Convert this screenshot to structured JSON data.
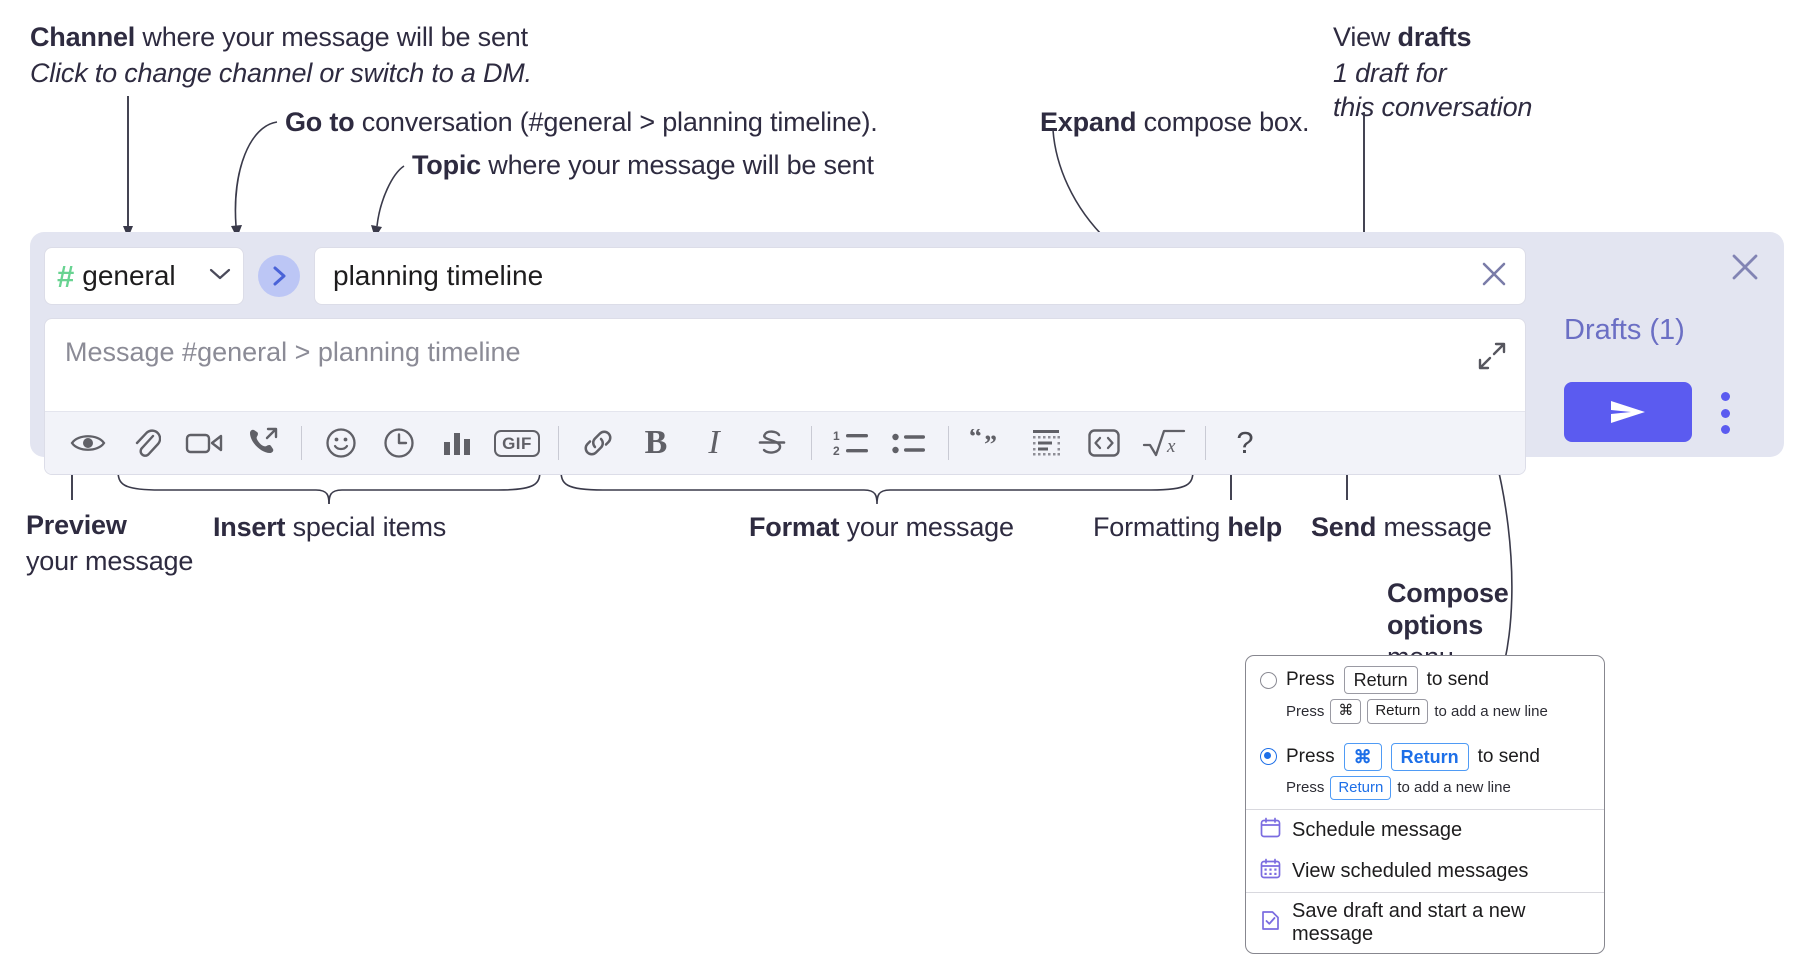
{
  "annotations": {
    "channel": {
      "strong": "Channel",
      "rest": " where your message will be sent",
      "sub": "Click to change channel or switch to a DM."
    },
    "goto": {
      "strong": "Go to",
      "rest": " conversation (#general > planning timeline)."
    },
    "topic": {
      "strong": "Topic",
      "rest": " where your message will be sent"
    },
    "expand": {
      "strong": "Expand",
      "rest": " compose box."
    },
    "drafts": {
      "pre": "View ",
      "strong": "drafts",
      "sub1": "1 draft for",
      "sub2": "this conversation"
    },
    "preview": {
      "strong": "Preview",
      "sub": "your message"
    },
    "insert": {
      "strong": "Insert",
      "rest": " special items"
    },
    "format": {
      "strong": "Format",
      "rest": " your message"
    },
    "help": {
      "pre": "Formatting ",
      "strong": "help"
    },
    "send": {
      "strong": "Send",
      "rest": " message"
    },
    "compose_options": {
      "strong1": "Compose",
      "strong2": "options",
      "rest": "menu"
    }
  },
  "composer": {
    "channel": {
      "hash": "#",
      "name": "general",
      "chevron": "chevron-down"
    },
    "goto_button": "goto-arrow",
    "topic": {
      "value": "planning timeline",
      "clear": "close-icon"
    },
    "message": {
      "placeholder": "Message #general > planning timeline",
      "expand": "expand-icon"
    },
    "toolbar": [
      {
        "name": "preview-icon",
        "label": "Preview"
      },
      {
        "name": "attachment-icon",
        "label": "Attach file"
      },
      {
        "name": "video-icon",
        "label": "Video clip"
      },
      {
        "name": "audio-call-icon",
        "label": "Audio clip"
      },
      {
        "name": "separator",
        "label": ""
      },
      {
        "name": "emoji-icon",
        "label": "Emoji"
      },
      {
        "name": "clock-icon",
        "label": "Reminder"
      },
      {
        "name": "poll-icon",
        "label": "Poll"
      },
      {
        "name": "gif-icon",
        "label": "GIF"
      },
      {
        "name": "separator",
        "label": ""
      },
      {
        "name": "link-icon",
        "label": "Link"
      },
      {
        "name": "bold-icon",
        "label": "B"
      },
      {
        "name": "italic-icon",
        "label": "I"
      },
      {
        "name": "strikethrough-icon",
        "label": "Strikethrough"
      },
      {
        "name": "separator",
        "label": ""
      },
      {
        "name": "ordered-list-icon",
        "label": "Ordered list"
      },
      {
        "name": "bulleted-list-icon",
        "label": "Bulleted list"
      },
      {
        "name": "separator",
        "label": ""
      },
      {
        "name": "blockquote-icon",
        "label": "Blockquote"
      },
      {
        "name": "code-block-icon",
        "label": "Code block"
      },
      {
        "name": "inline-code-icon",
        "label": "Code"
      },
      {
        "name": "math-icon",
        "label": "Math"
      },
      {
        "name": "separator",
        "label": ""
      },
      {
        "name": "help-icon",
        "label": "?"
      }
    ]
  },
  "rail": {
    "close": "close-icon",
    "drafts_label": "Drafts (1)",
    "send": "send-icon",
    "kebab": "more-options-icon"
  },
  "menu": {
    "option_return": {
      "pre": "Press",
      "key": "Return",
      "post": "to send",
      "selected": false
    },
    "option_return_sub": {
      "pre": "Press",
      "key1": "⌘",
      "key2": "Return",
      "post": "to add a new line"
    },
    "option_cmd_return": {
      "pre": "Press",
      "key1": "⌘",
      "key2": "Return",
      "post": "to send",
      "selected": true
    },
    "option_cmd_return_sub": {
      "pre": "Press",
      "key": "Return",
      "post": "to add a new line"
    },
    "items": [
      {
        "icon": "calendar-icon",
        "label": "Schedule message"
      },
      {
        "icon": "calendar-grid-icon",
        "label": "View scheduled messages"
      },
      {
        "icon": "save-draft-icon",
        "label": "Save draft and start a new message"
      }
    ]
  },
  "colors": {
    "accent": "#5b5bf0",
    "shell": "#e3e5f1",
    "channel_hash": "#68d391",
    "drafts_text": "#6b6fc4",
    "key_blue": "#1d6fe8"
  }
}
